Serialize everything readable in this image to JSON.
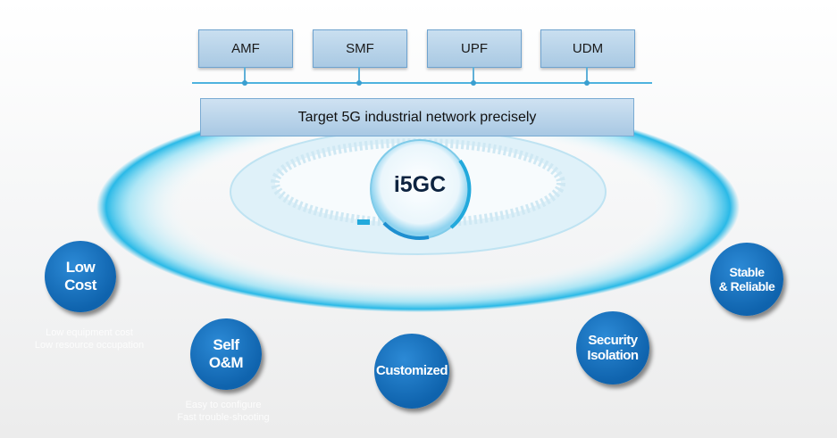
{
  "network_functions": [
    {
      "label": "AMF"
    },
    {
      "label": "SMF"
    },
    {
      "label": "UPF"
    },
    {
      "label": "UDM"
    }
  ],
  "banner": {
    "label": "Target 5G industrial network precisely"
  },
  "core": {
    "label": "i5GC"
  },
  "features": [
    {
      "label_line1": "Low",
      "label_line2": "Cost",
      "desc_line1": "Low equipment cost",
      "desc_line2": "Low resource occupation"
    },
    {
      "label_line1": "Self",
      "label_line2": "O&M",
      "desc_line1": "Easy to configure",
      "desc_line2": "Fast trouble-shooting"
    },
    {
      "label_line1": "Customized",
      "label_line2": ""
    },
    {
      "label_line1": "Security",
      "label_line2": "Isolation"
    },
    {
      "label_line1": "Stable",
      "label_line2": "& Reliable"
    }
  ],
  "colors": {
    "feature_blue": "#0f63ad",
    "ring_cyan": "#2fc3ea",
    "box_blue": "#a9c9e3"
  }
}
